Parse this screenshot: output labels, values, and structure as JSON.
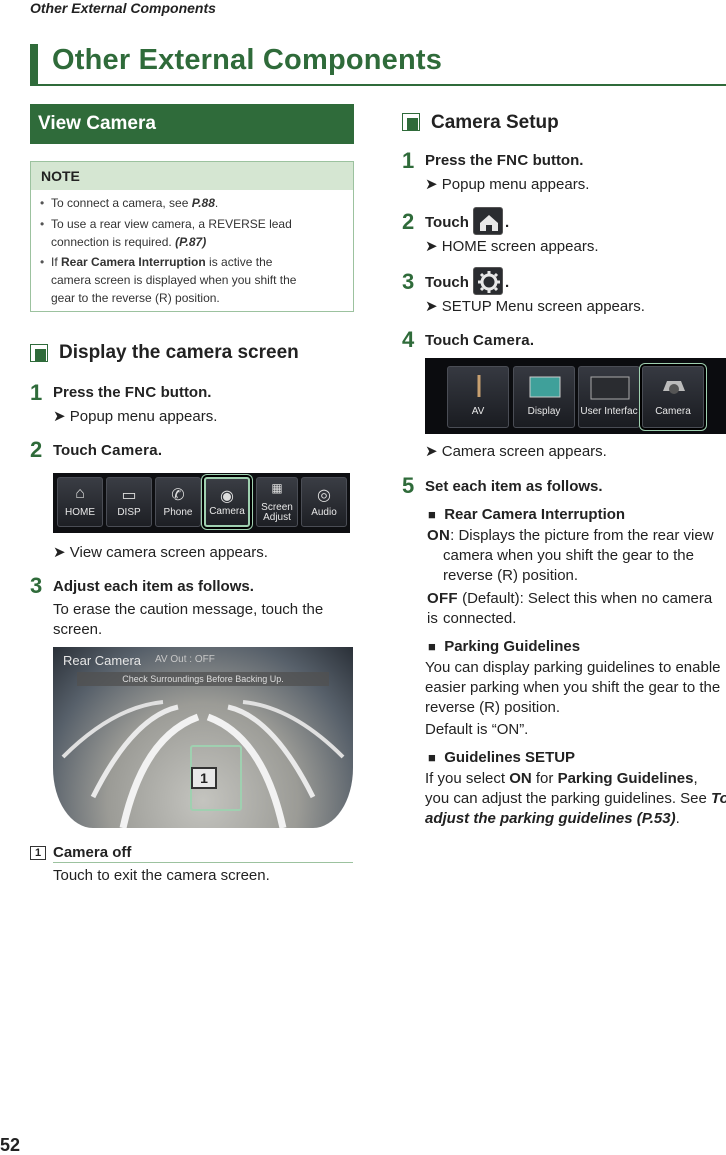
{
  "running_head": "Other External Components",
  "chapter_title": "Other External Components",
  "section_title": "View Camera",
  "note": {
    "heading": "NOTE",
    "items": [
      {
        "text": "To connect a camera, see ",
        "ref": "P.88",
        "tail": "."
      },
      {
        "text1": "To use a rear view camera, a REVERSE lead",
        "text2": "connection is required. ",
        "ref": "(P.87)"
      },
      {
        "prefix": "If ",
        "kw": "Rear Camera Interruption",
        "text1": " is active the",
        "text2": "camera screen is displayed when you shift the",
        "text3": "gear to the reverse (R) position."
      }
    ]
  },
  "display_section": {
    "title": "Display the camera screen",
    "step1": {
      "num": "1",
      "pre": "Press the ",
      "kw": "FNC",
      "post": " button.",
      "result": "Popup menu appears."
    },
    "step2": {
      "num": "2",
      "pre": "Touch ",
      "kw": "Camera",
      "post": ".",
      "result": "View camera screen appears."
    },
    "menu_buttons": [
      "HOME",
      "DISP",
      "Phone",
      "Camera",
      "Screen Adjust",
      "Audio"
    ],
    "step3": {
      "num": "3",
      "text": "Adjust each item as follows.",
      "body1": "To erase the caution message, touch the",
      "body2": "screen."
    },
    "camera_view": {
      "title": "Rear Camera",
      "sub": "AV Out : OFF",
      "caution": "Check Surroundings Before Backing Up.",
      "badge": "1"
    },
    "callout": {
      "num": "1",
      "title": "Camera off",
      "text": "Touch to exit the camera screen."
    }
  },
  "setup_section": {
    "title": "Camera Setup",
    "step1": {
      "num": "1",
      "pre": "Press the ",
      "kw": "FNC",
      "post": " button.",
      "result": "Popup menu appears."
    },
    "step2": {
      "num": "2",
      "pre": "Touch ",
      "post": ".",
      "result": "HOME screen appears."
    },
    "step3": {
      "num": "3",
      "pre": "Touch ",
      "post": ".",
      "result": "SETUP Menu screen appears."
    },
    "step4": {
      "num": "4",
      "pre": "Touch ",
      "kw": "Camera",
      "post": ".",
      "result": "Camera screen appears."
    },
    "setup_buttons": [
      "AV",
      "Display",
      "User Interfac",
      "Camera"
    ],
    "step5": {
      "num": "5",
      "text": "Set each item as follows."
    },
    "rear_interruption": {
      "head": "Rear Camera Interruption",
      "on_label": "ON",
      "on_text1": ": Displays the picture from the rear view",
      "on_text2": "camera when you shift the gear to the",
      "on_text3": "reverse (R) position.",
      "off_label": "OFF",
      "off_text1": " (Default): Select this when no camera is",
      "off_text2": "connected."
    },
    "parking_guidelines": {
      "head": "Parking Guidelines",
      "line1": "You can display parking guidelines to enable",
      "line2": "easier parking when you shift the gear to the",
      "line3": "reverse (R) position.",
      "default": "Default is “ON”."
    },
    "guidelines_setup": {
      "head": "Guidelines SETUP",
      "pre": "If you select ",
      "kw1": "ON",
      "mid": " for ",
      "kw2": "Parking Guidelines",
      "tail": ",",
      "line2": "you can adjust the parking guidelines. See ",
      "ref1": "To",
      "ref2": "adjust the parking guidelines (P.53)",
      "end": "."
    }
  },
  "page_number": "52"
}
